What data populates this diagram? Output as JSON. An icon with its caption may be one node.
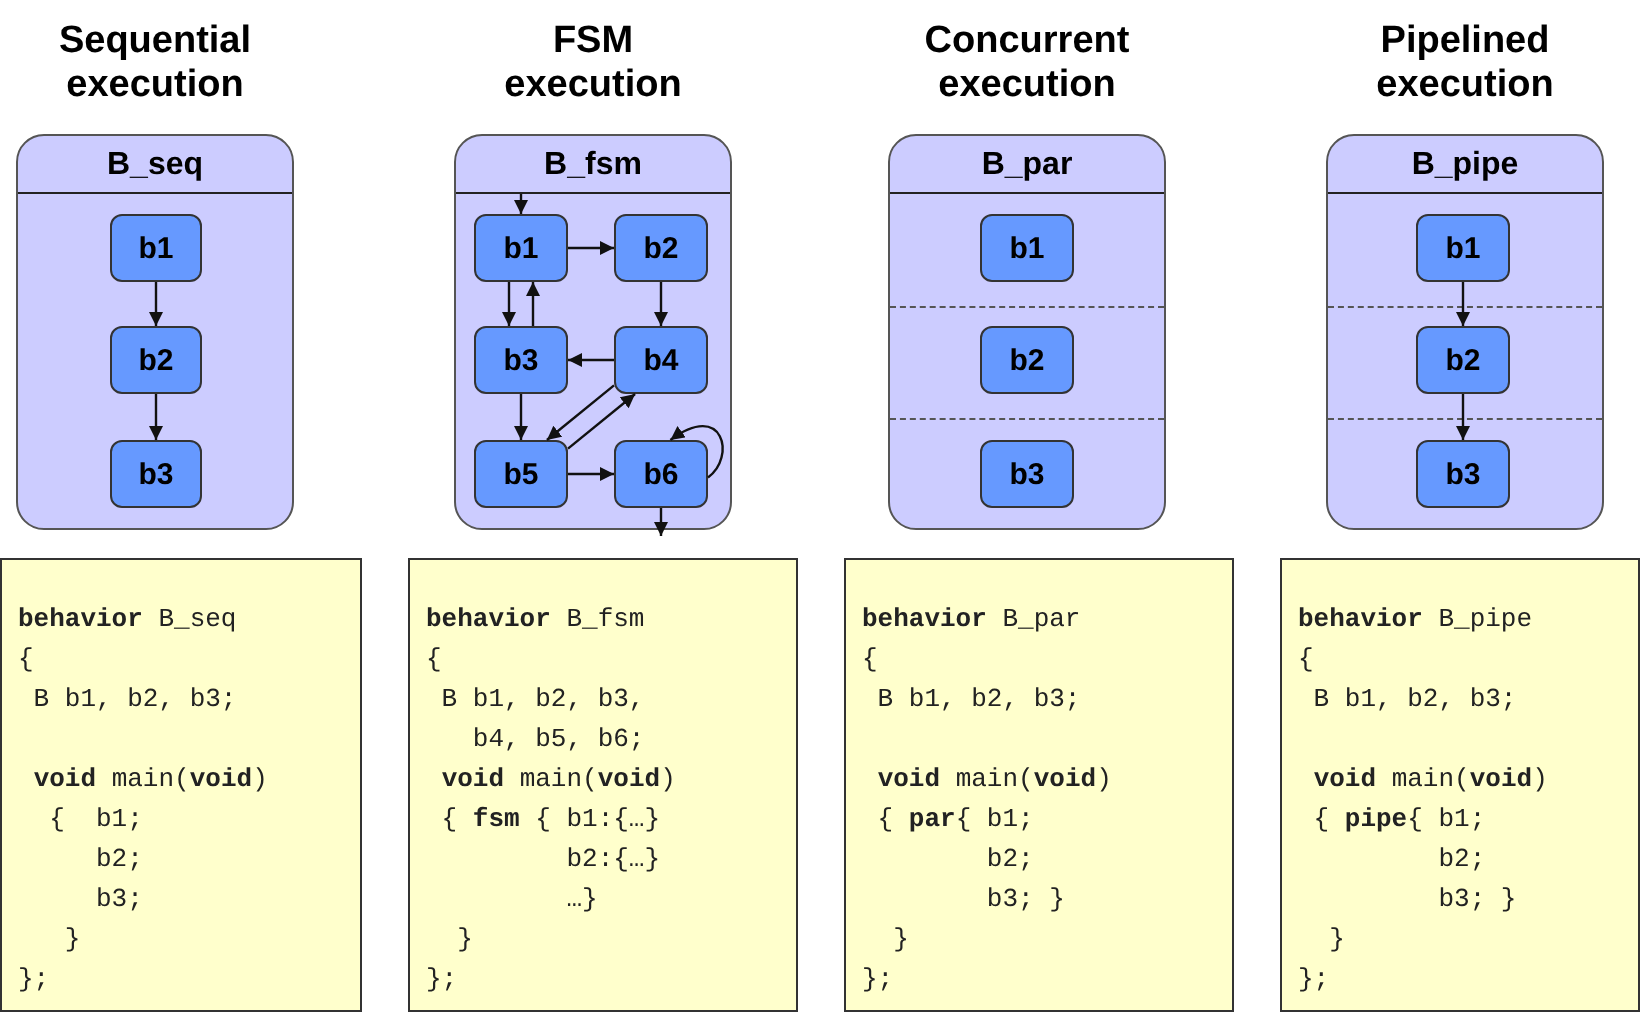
{
  "diagram": {
    "nodes": [
      {
        "text": [
          "Sequential execution",
          "B_seq"
        ]
      },
      {
        "text": [
          "b1"
        ],
        "in": 0
      },
      {
        "text": [
          "b2"
        ],
        "in": 0
      },
      {
        "text": [
          "b3"
        ],
        "in": 0
      },
      {
        "text": [
          "FSM execution",
          "B_fsm"
        ]
      },
      {
        "text": [
          "b1"
        ],
        "in": 4
      },
      {
        "text": [
          "b2"
        ],
        "in": 4
      },
      {
        "text": [
          "b3"
        ],
        "in": 4
      },
      {
        "text": [
          "b4"
        ],
        "in": 4
      },
      {
        "text": [
          "b5"
        ],
        "in": 4
      },
      {
        "text": [
          "b6"
        ],
        "in": 4
      },
      {
        "text": [
          "Concurrent execution",
          "B_par"
        ]
      },
      {
        "text": [
          "b1"
        ],
        "in": 11
      },
      {
        "text": [
          "b2"
        ],
        "in": 11
      },
      {
        "text": [
          "b3"
        ],
        "in": 11
      },
      {
        "text": [
          "Pipelined execution",
          "B_pipe"
        ]
      },
      {
        "text": [
          "b1"
        ],
        "in": 15
      },
      {
        "text": [
          "b2"
        ],
        "in": 15
      },
      {
        "text": [
          "b3"
        ],
        "in": 15
      },
      {
        "text": [
          "**behavior** B_seq",
          "{",
          " B b1, b2, b3;",
          " **void** main(**void**)",
          "  {  b1;",
          "     b2;",
          "     b3;",
          "   }",
          "};"
        ]
      },
      {
        "text": [
          "**behavior** B_fsm",
          "{",
          " B b1, b2, b3,",
          "   b4, b5, b6;",
          " **void** main(**void**)",
          " { **fsm** { b1:{…}",
          "         b2:{…}",
          "         …}",
          "  }",
          "};"
        ]
      },
      {
        "text": [
          "**behavior** B_par",
          "{",
          " B b1, b2, b3;",
          " **void** main(**void**)",
          " { **par**{ b1;",
          "        b2;",
          "        b3; }",
          "  }",
          "};"
        ]
      },
      {
        "text": [
          "**behavior** B_pipe",
          "{",
          " B b1, b2, b3;",
          " **void** main(**void**)",
          " { **pipe**{ b1;",
          "         b2;",
          "         b3; }",
          "  }",
          "};"
        ]
      }
    ],
    "edges": [
      {
        "from": 1,
        "to": 2,
        "arrow": "to"
      },
      {
        "from": 2,
        "to": 3,
        "arrow": "to"
      },
      {
        "from": null,
        "to": 5,
        "arrow": "to"
      },
      {
        "from": 5,
        "to": 6,
        "arrow": "to"
      },
      {
        "from": 5,
        "to": 7,
        "arrow": "to"
      },
      {
        "from": 7,
        "to": 5,
        "arrow": "to"
      },
      {
        "from": 6,
        "to": 8,
        "arrow": "to"
      },
      {
        "from": 8,
        "to": 7,
        "arrow": "to"
      },
      {
        "from": 7,
        "to": 9,
        "arrow": "to"
      },
      {
        "from": 8,
        "to": 9,
        "arrow": "to"
      },
      {
        "from": 9,
        "to": 8,
        "arrow": "to"
      },
      {
        "from": 9,
        "to": 10,
        "arrow": "to"
      },
      {
        "from": 10,
        "to": 10,
        "arrow": "to"
      },
      {
        "from": 10,
        "to": null,
        "arrow": "to"
      },
      {
        "from": 16,
        "to": 17,
        "arrow": "to"
      },
      {
        "from": 17,
        "to": 18,
        "arrow": "to"
      }
    ]
  }
}
